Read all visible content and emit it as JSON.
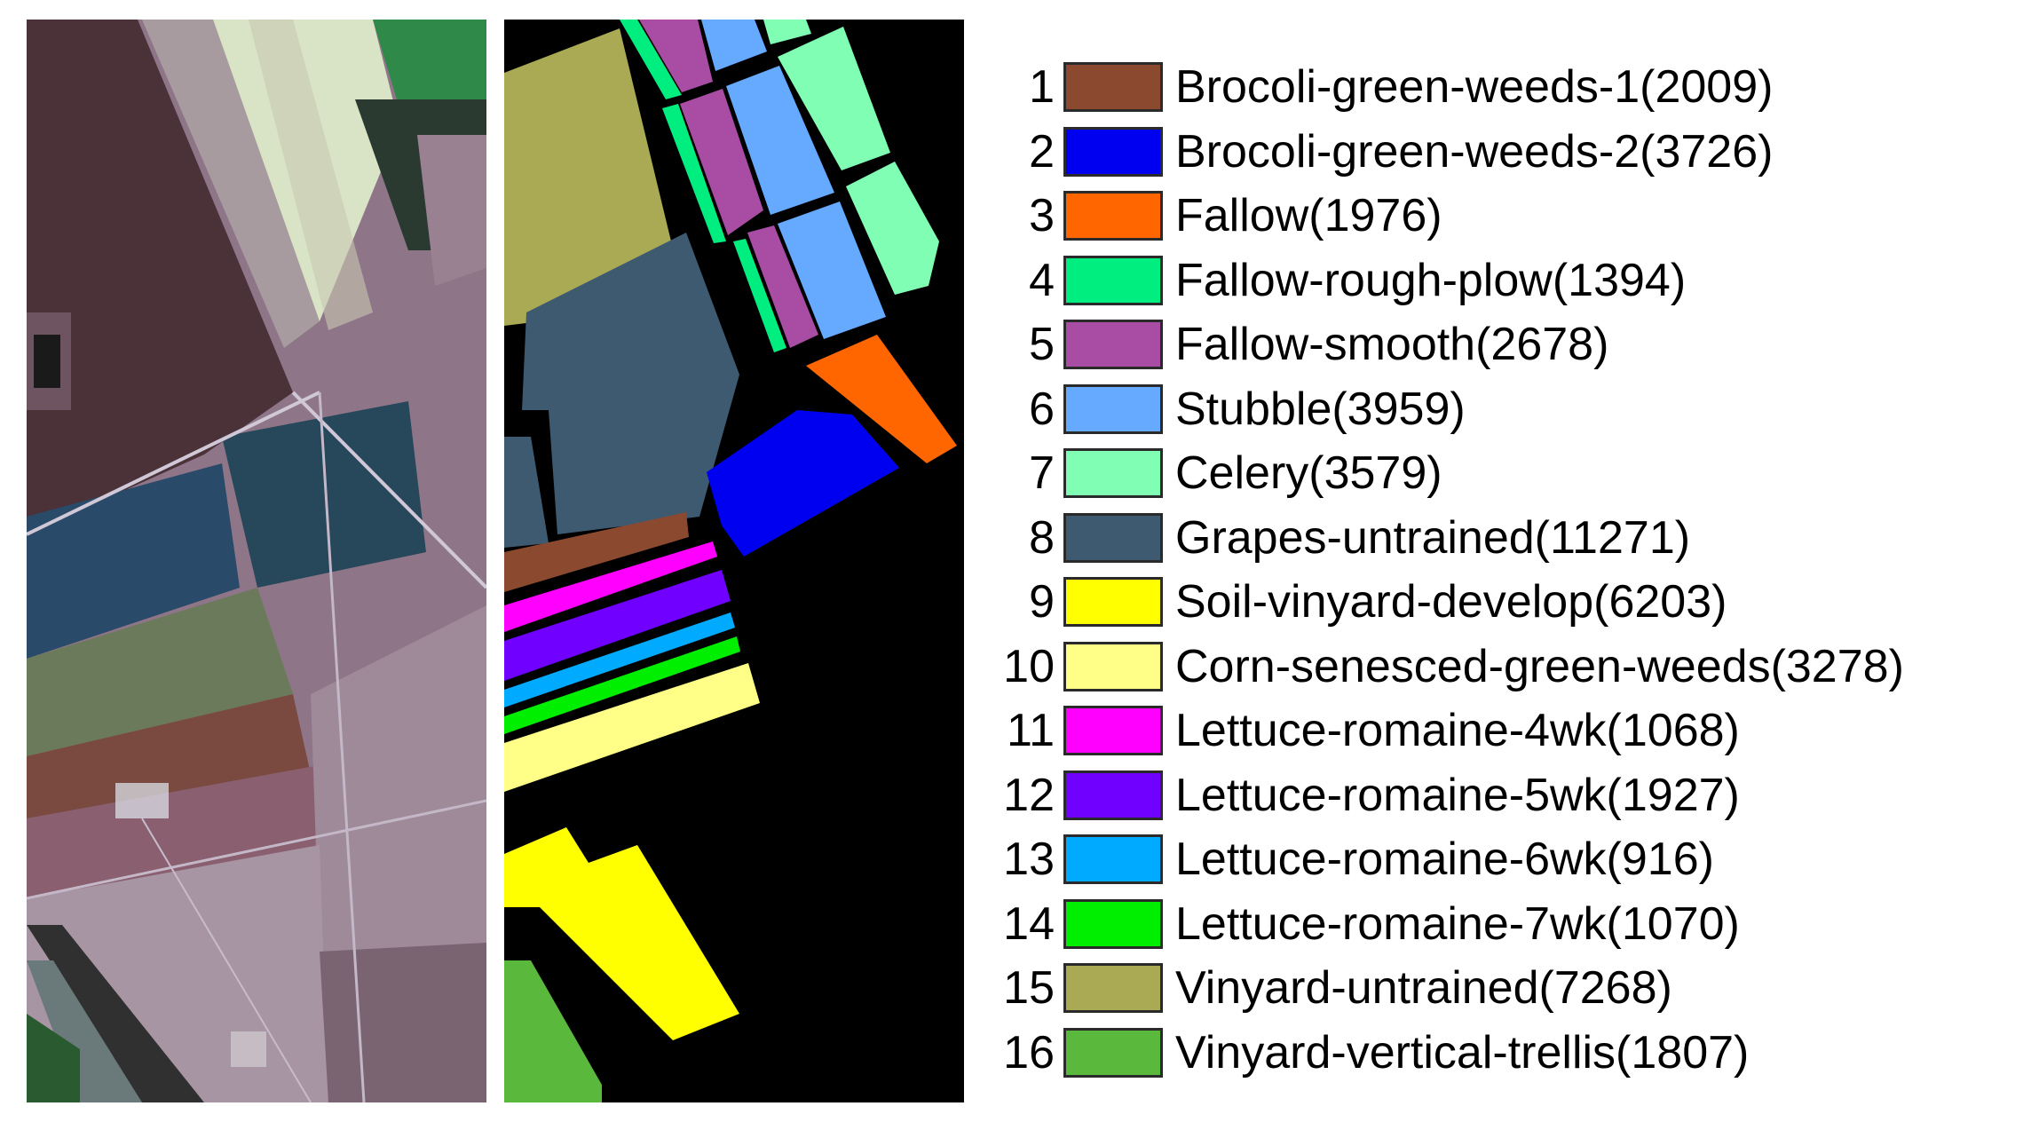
{
  "figure": {
    "left_panel": "false-color RGB composite of the Salinas scene",
    "right_panel": "ground-truth class map"
  },
  "legend": {
    "items": [
      {
        "num": "1",
        "label": "Brocoli-green-weeds-1(2009)",
        "color": "#8B4A2F"
      },
      {
        "num": "2",
        "label": "Brocoli-green-weeds-2(3726)",
        "color": "#0000F0"
      },
      {
        "num": "3",
        "label": "Fallow(1976)",
        "color": "#FF6600"
      },
      {
        "num": "4",
        "label": "Fallow-rough-plow(1394)",
        "color": "#00EE80"
      },
      {
        "num": "5",
        "label": "Fallow-smooth(2678)",
        "color": "#A84CA4"
      },
      {
        "num": "6",
        "label": "Stubble(3959)",
        "color": "#66AAFF"
      },
      {
        "num": "7",
        "label": "Celery(3579)",
        "color": "#80FFB4"
      },
      {
        "num": "8",
        "label": "Grapes-untrained(11271)",
        "color": "#3D5A70"
      },
      {
        "num": "9",
        "label": "Soil-vinyard-develop(6203)",
        "color": "#FFFF00"
      },
      {
        "num": "10",
        "label": "Corn-senesced-green-weeds(3278)",
        "color": "#FFFF88"
      },
      {
        "num": "11",
        "label": "Lettuce-romaine-4wk(1068)",
        "color": "#FF00FF"
      },
      {
        "num": "12",
        "label": "Lettuce-romaine-5wk(1927)",
        "color": "#7000FF"
      },
      {
        "num": "13",
        "label": "Lettuce-romaine-6wk(916)",
        "color": "#00AAFF"
      },
      {
        "num": "14",
        "label": "Lettuce-romaine-7wk(1070)",
        "color": "#00EE00"
      },
      {
        "num": "15",
        "label": "Vinyard-untrained(7268)",
        "color": "#AAAA55"
      },
      {
        "num": "16",
        "label": "Vinyard-vertical-trellis(1807)",
        "color": "#5AB83C"
      }
    ]
  }
}
